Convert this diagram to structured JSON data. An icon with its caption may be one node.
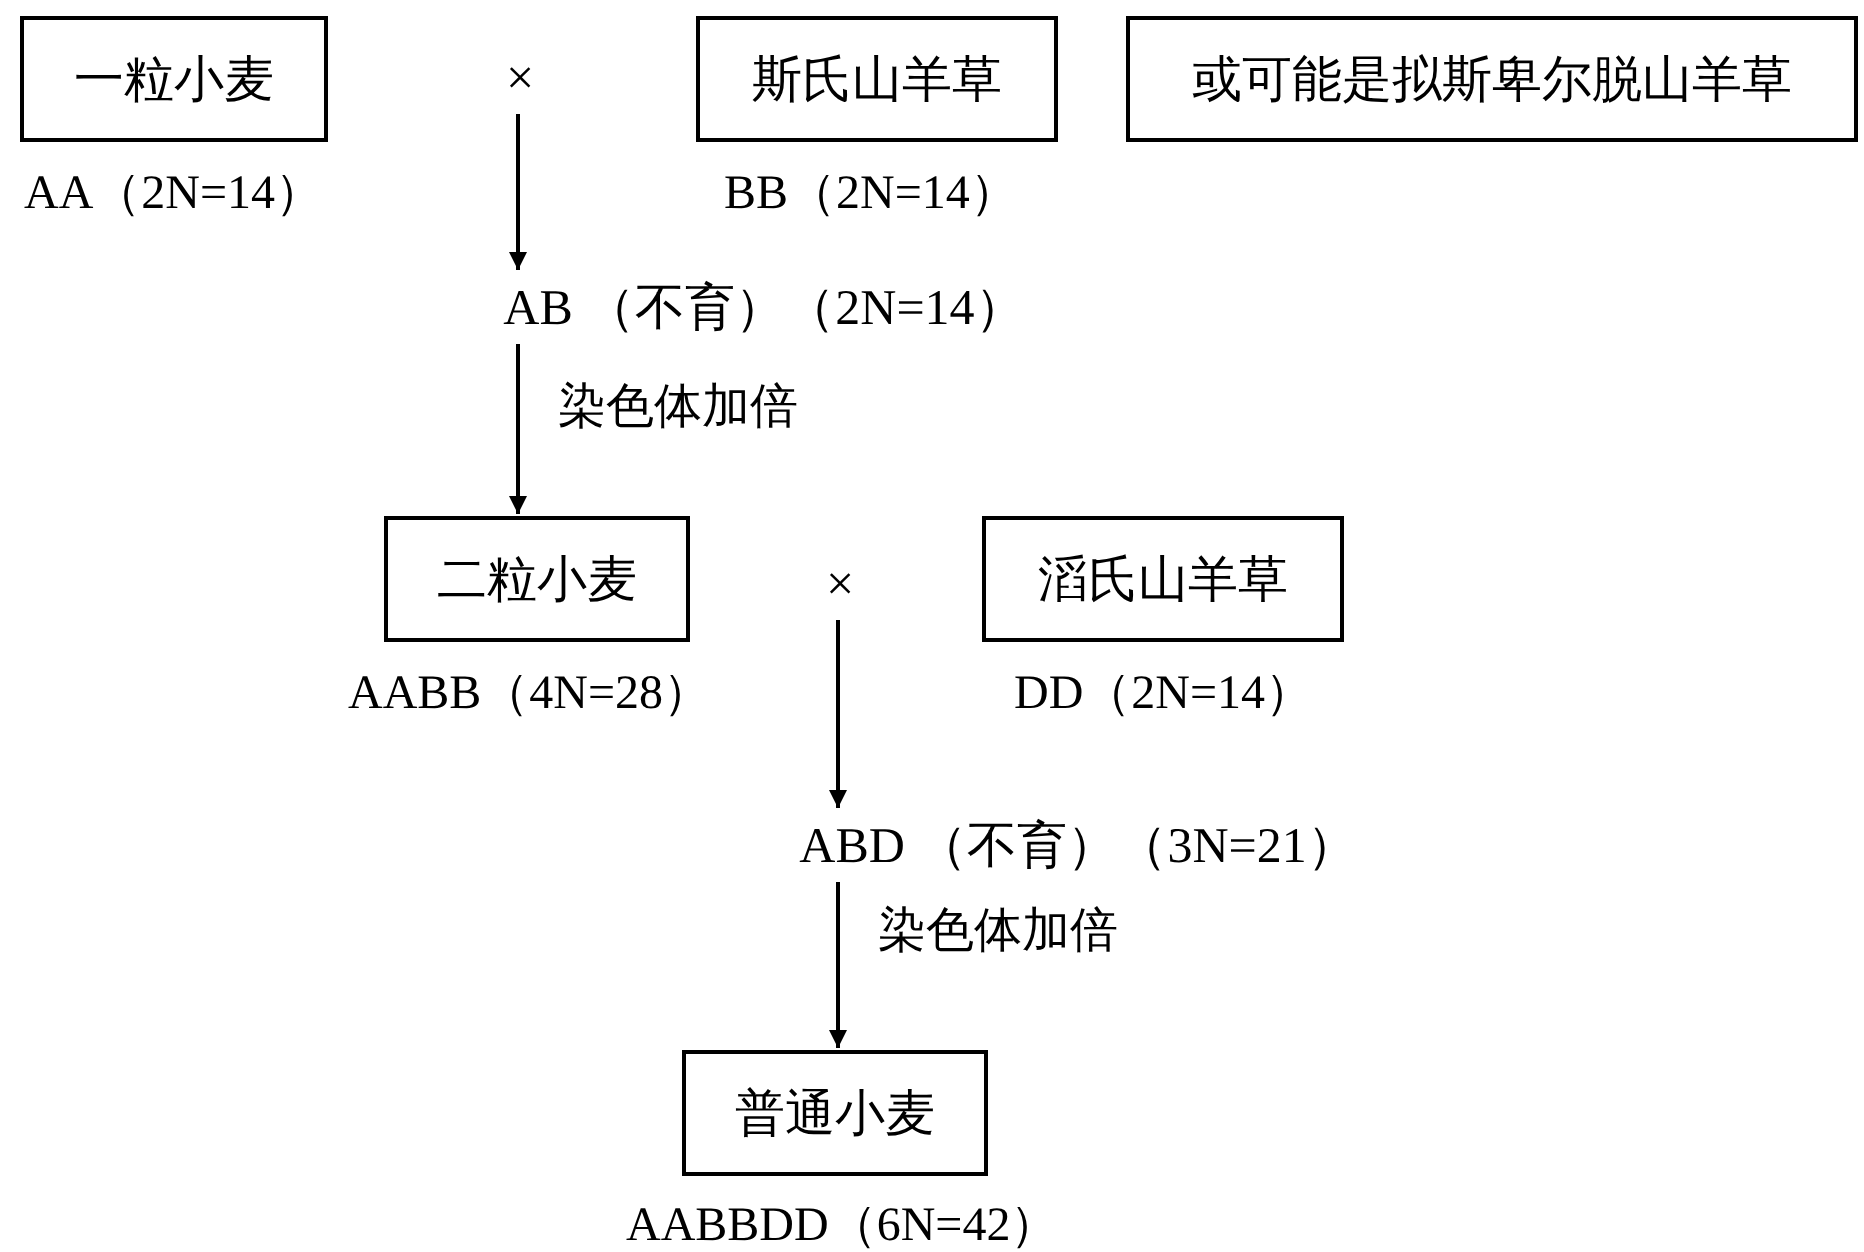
{
  "diagram": {
    "nodes": [
      {
        "text": [
          "一粒小麦"
        ],
        "beside": [
          "AA（2N=14）"
        ]
      },
      {
        "text": [
          "×"
        ]
      },
      {
        "text": [
          "斯氏山羊草"
        ],
        "beside": [
          "BB（2N=14）"
        ]
      },
      {
        "text": [
          "或可能是拟斯卑尔脱山羊草"
        ]
      },
      {
        "text": [
          "AB （不育）（2N=14）"
        ]
      },
      {
        "text": [
          "二粒小麦"
        ],
        "beside": [
          "AABB（4N=28）"
        ]
      },
      {
        "text": [
          "×"
        ]
      },
      {
        "text": [
          "滔氏山羊草"
        ],
        "beside": [
          "DD（2N=14）"
        ]
      },
      {
        "text": [
          "ABD （不育）（3N=21）"
        ]
      },
      {
        "text": [
          "普通小麦"
        ],
        "beside": [
          "AABBDD（6N=42）"
        ]
      }
    ],
    "edges": [
      {
        "from": 1,
        "to": 4,
        "arrow": "to"
      },
      {
        "from": 4,
        "to": 5,
        "arrow": "to",
        "label": "染色体加倍"
      },
      {
        "from": 6,
        "to": 8,
        "arrow": "to"
      },
      {
        "from": 8,
        "to": 9,
        "arrow": "to",
        "label": "染色体加倍"
      }
    ]
  }
}
